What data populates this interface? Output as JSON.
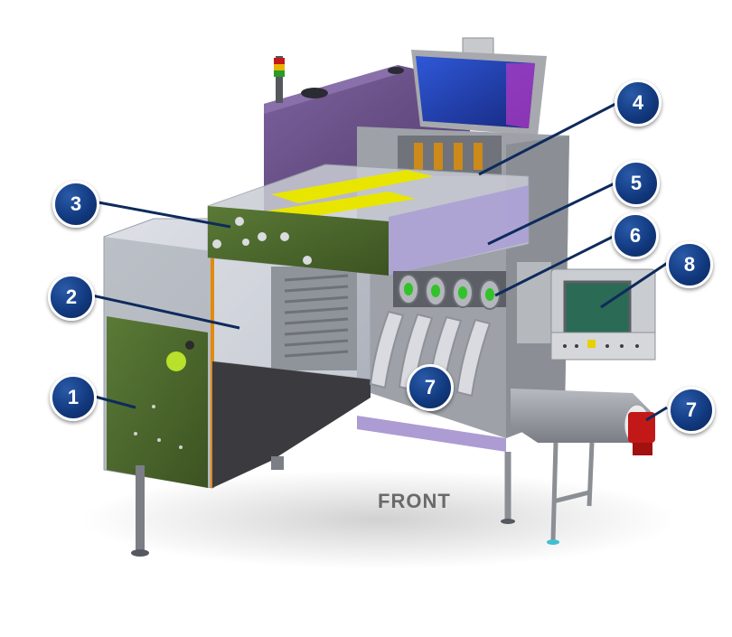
{
  "labels": {
    "front": "FRONT"
  },
  "callouts": [
    {
      "id": "1",
      "label": "1"
    },
    {
      "id": "2",
      "label": "2"
    },
    {
      "id": "3",
      "label": "3"
    },
    {
      "id": "4",
      "label": "4"
    },
    {
      "id": "5",
      "label": "5"
    },
    {
      "id": "6",
      "label": "6"
    },
    {
      "id": "7a",
      "label": "7"
    },
    {
      "id": "7b",
      "label": "7"
    },
    {
      "id": "8",
      "label": "8"
    }
  ],
  "colors": {
    "callout_fill": "#123a80",
    "leader_line": "#0e2a5c",
    "panel_green": "#4d6a2c",
    "housing_purple": "#6a4f86",
    "conveyor_gray": "#8c8f94",
    "hopper_blue": "#1f3fb5",
    "accent_yellow": "#e8e600",
    "accent_red": "#c21818"
  }
}
